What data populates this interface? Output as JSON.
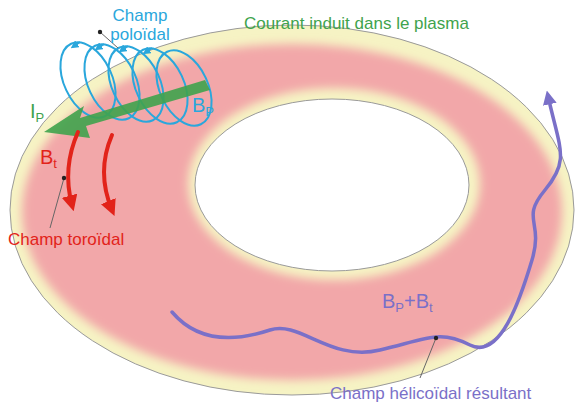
{
  "diagram": {
    "labels": [
      "Champ poloïdal",
      "Courant induit dans le plasma",
      "BP",
      "IP",
      "Bt",
      "Champ toroïdal",
      "BP+Bt",
      "Champ hélicoïdal résultant"
    ]
  }
}
